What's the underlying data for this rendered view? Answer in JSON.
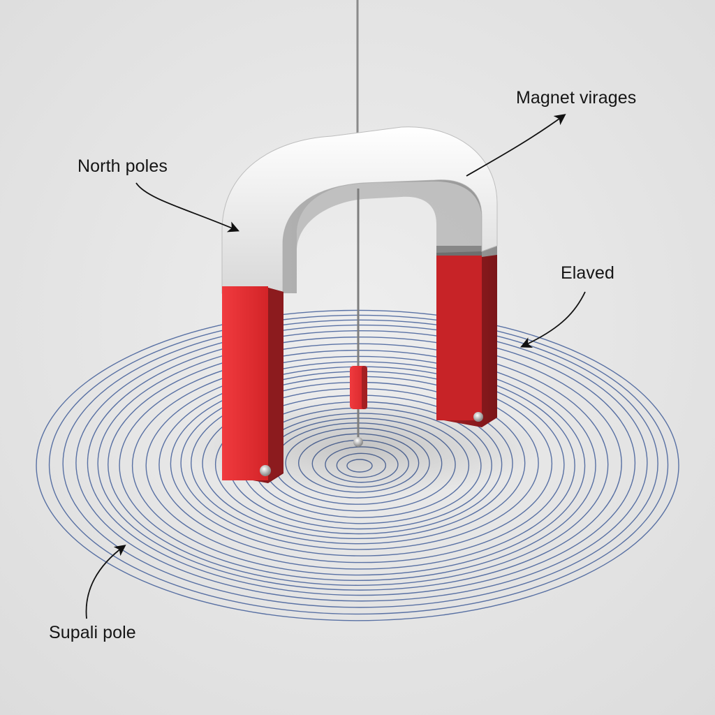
{
  "labels": {
    "magnet": "Magnet virages",
    "north": "North poles",
    "elaved": "Elaved",
    "supali": "Supali pole"
  },
  "colors": {
    "background": "#e6e6e6",
    "magnet_body": "#f2f2f2",
    "magnet_shade": "#9a9a9a",
    "pole_red": "#e0262b",
    "pole_red_dark": "#8f1c1f",
    "field_lines": "#3f5c98",
    "wire": "#8a8a8a",
    "arrow": "#111111"
  },
  "icons": {
    "magnet": "horseshoe-magnet",
    "field": "concentric-field-lines",
    "pendulum": "hanging-pendulum",
    "pointer": "curved-arrow"
  }
}
